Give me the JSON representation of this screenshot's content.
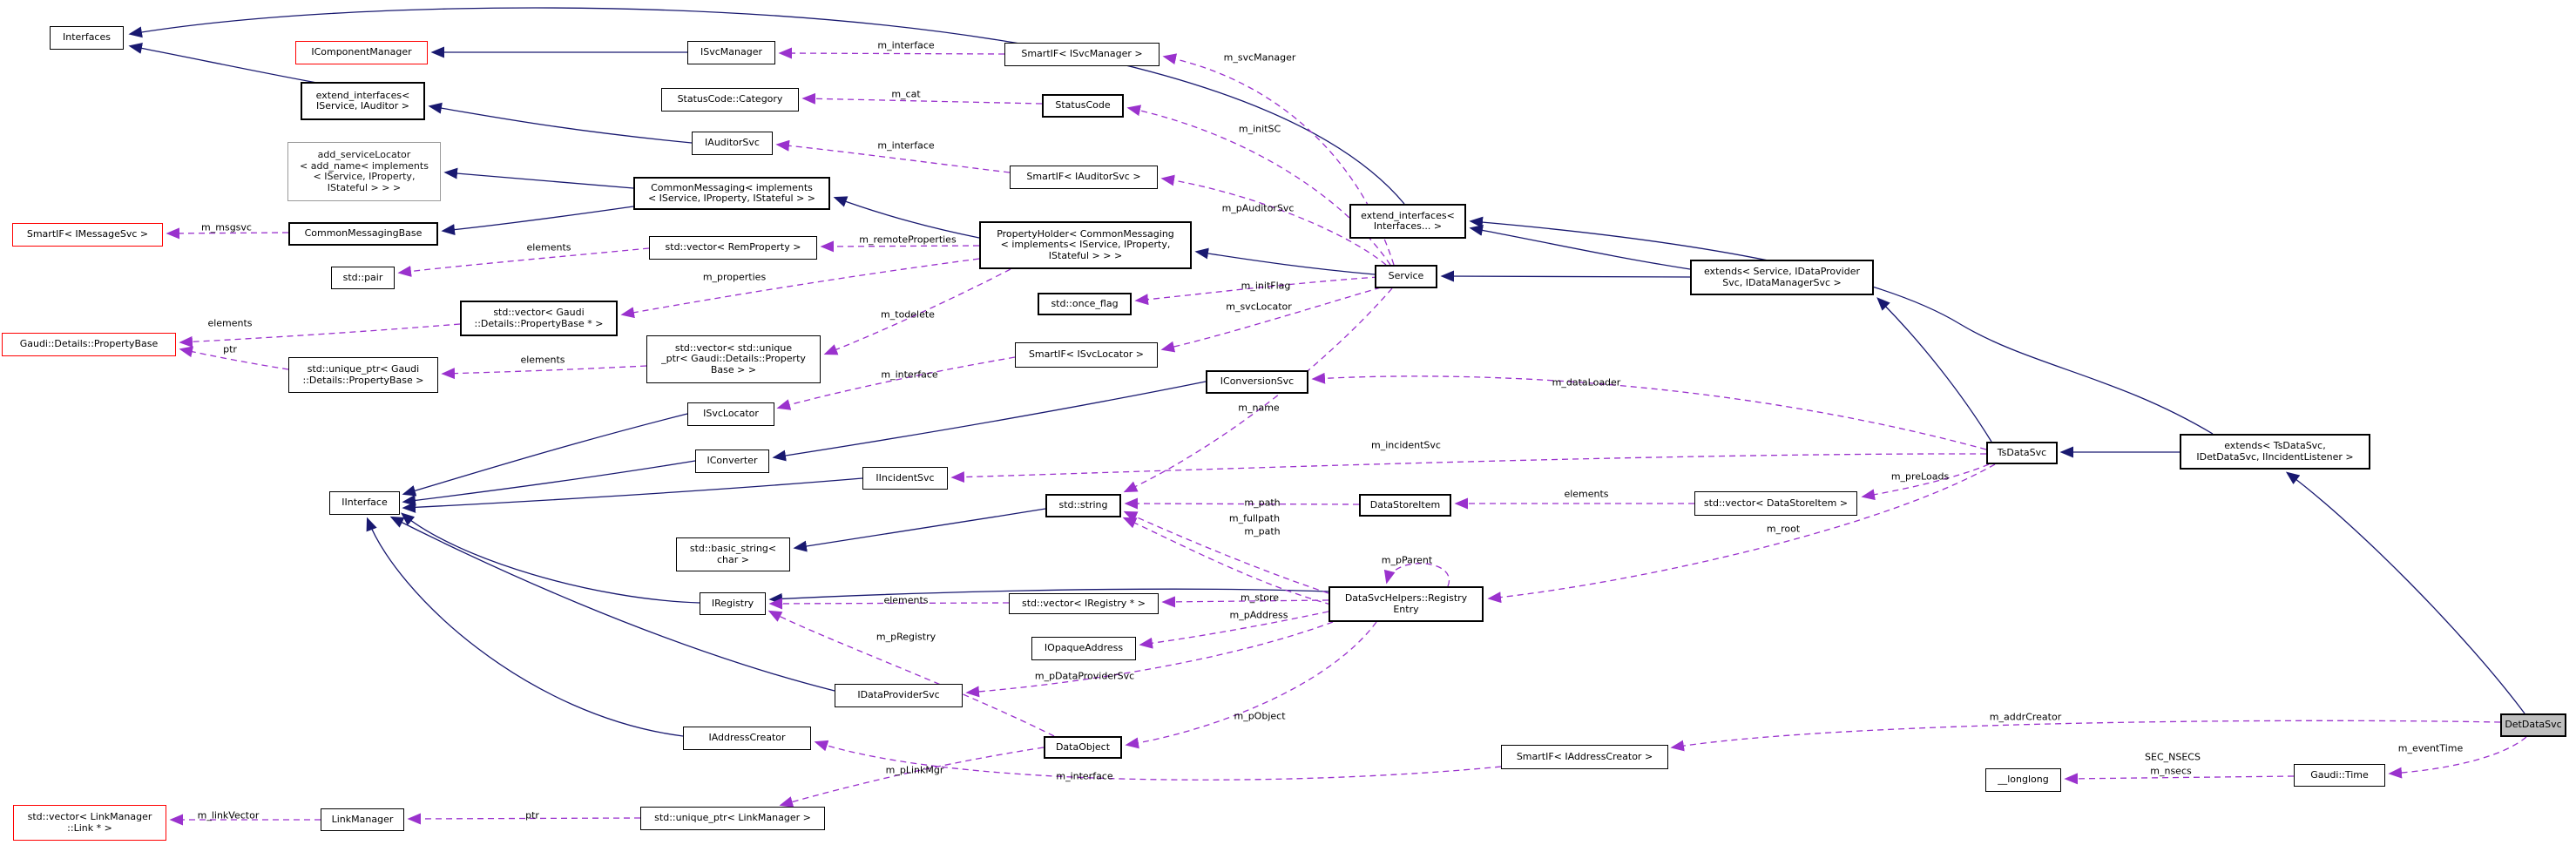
{
  "diagram_type": "class-collaboration-graph",
  "colors": {
    "inheritance_edge": "#191970",
    "usage_edge": "#9a32cd",
    "node_border": "#000000",
    "truncated_node_border": "#ff0000",
    "main_node_fill": "#bfbfbf",
    "background": "#ffffff"
  },
  "nodes": [
    {
      "id": "interfaces",
      "label": "Interfaces"
    },
    {
      "id": "icomponentmanager",
      "label": "IComponentManager"
    },
    {
      "id": "isvcmanager",
      "label": "ISvcManager"
    },
    {
      "id": "smartif-isvcmanager",
      "label": "SmartIF< ISvcManager >"
    },
    {
      "id": "extend-interfaces-iservice-iauditor",
      "label": "extend_interfaces<\nIService, IAuditor >"
    },
    {
      "id": "statuscode-category",
      "label": "StatusCode::Category"
    },
    {
      "id": "statuscode",
      "label": "StatusCode"
    },
    {
      "id": "iauditorsvc",
      "label": "IAuditorSvc"
    },
    {
      "id": "smartif-iauditorsvc",
      "label": "SmartIF< IAuditorSvc >"
    },
    {
      "id": "add-servicelocator",
      "label": "add_serviceLocator\n< add_name< implements\n< IService, IProperty,\nIStateful > > >"
    },
    {
      "id": "commonmessaging",
      "label": "CommonMessaging< implements\n< IService, IProperty, IStateful > >"
    },
    {
      "id": "extend-interfaces-interfaces",
      "label": "extend_interfaces<\nInterfaces... >"
    },
    {
      "id": "smartif-imessagesvc",
      "label": "SmartIF< IMessageSvc >"
    },
    {
      "id": "commonmessagingbase",
      "label": "CommonMessagingBase"
    },
    {
      "id": "std-pair",
      "label": "std::pair"
    },
    {
      "id": "vector-remproperty",
      "label": "std::vector< RemProperty >"
    },
    {
      "id": "propertyholder",
      "label": "PropertyHolder< CommonMessaging\n< implements< IService, IProperty,\nIStateful > > >"
    },
    {
      "id": "service",
      "label": "Service"
    },
    {
      "id": "extends-service",
      "label": "extends< Service, IDataProvider\nSvc, IDataManagerSvc >"
    },
    {
      "id": "vector-propertybase-ptr",
      "label": "std::vector< Gaudi\n::Details::PropertyBase * >"
    },
    {
      "id": "gaudi-details-propertybase",
      "label": "Gaudi::Details::PropertyBase"
    },
    {
      "id": "unique-ptr-propertybase",
      "label": "std::unique_ptr< Gaudi\n::Details::PropertyBase >"
    },
    {
      "id": "vector-unique-ptr-propertybase",
      "label": "std::vector< std::unique\n_ptr< Gaudi::Details::Property\nBase > >"
    },
    {
      "id": "std-once-flag",
      "label": "std::once_flag"
    },
    {
      "id": "smartif-isvclocator",
      "label": "SmartIF< ISvcLocator >"
    },
    {
      "id": "iconversionsvc",
      "label": "IConversionSvc"
    },
    {
      "id": "isvclocator",
      "label": "ISvcLocator"
    },
    {
      "id": "iconverter",
      "label": "IConverter"
    },
    {
      "id": "iincidentsvc",
      "label": "IIncidentSvc"
    },
    {
      "id": "tsdatasvc",
      "label": "TsDataSvc"
    },
    {
      "id": "extends-tsdatasvc",
      "label": "extends< TsDataSvc,\nIDetDataSvc, IIncidentListener >"
    },
    {
      "id": "iinterface",
      "label": "IInterface"
    },
    {
      "id": "std-string",
      "label": "std::string"
    },
    {
      "id": "datastoreitem",
      "label": "DataStoreItem"
    },
    {
      "id": "vector-datastoreitem",
      "label": "std::vector< DataStoreItem >"
    },
    {
      "id": "basic-string",
      "label": "std::basic_string<\nchar >"
    },
    {
      "id": "iregistry",
      "label": "IRegistry"
    },
    {
      "id": "vector-iregistry",
      "label": "std::vector< IRegistry * >"
    },
    {
      "id": "registryentry",
      "label": "DataSvcHelpers::Registry\nEntry"
    },
    {
      "id": "iopaqueaddress",
      "label": "IOpaqueAddress"
    },
    {
      "id": "idataprovidersvc",
      "label": "IDataProviderSvc"
    },
    {
      "id": "dataobject",
      "label": "DataObject"
    },
    {
      "id": "iaddresscreator",
      "label": "IAddressCreator"
    },
    {
      "id": "smartif-iaddresscreator",
      "label": "SmartIF< IAddressCreator >"
    },
    {
      "id": "detdatasvc",
      "label": "DetDataSvc"
    },
    {
      "id": "longlong",
      "label": "__longlong"
    },
    {
      "id": "gaudi-time",
      "label": "Gaudi::Time"
    },
    {
      "id": "vector-linkmanager-link",
      "label": "std::vector< LinkManager\n::Link * >"
    },
    {
      "id": "linkmanager",
      "label": "LinkManager"
    },
    {
      "id": "unique-ptr-linkmanager",
      "label": "std::unique_ptr< LinkManager >"
    }
  ],
  "edge_labels": [
    {
      "text": "m_interface"
    },
    {
      "text": "m_svcManager"
    },
    {
      "text": "m_cat"
    },
    {
      "text": "m_initSC"
    },
    {
      "text": "m_interface"
    },
    {
      "text": "m_pAuditorSvc"
    },
    {
      "text": "m_msgsvc"
    },
    {
      "text": "elements"
    },
    {
      "text": "m_remoteProperties"
    },
    {
      "text": "m_properties"
    },
    {
      "text": "elements"
    },
    {
      "text": "ptr"
    },
    {
      "text": "elements"
    },
    {
      "text": "m_todelete"
    },
    {
      "text": "m_initFlag"
    },
    {
      "text": "m_svcLocator"
    },
    {
      "text": "m_interface"
    },
    {
      "text": "m_dataLoader"
    },
    {
      "text": "m_name"
    },
    {
      "text": "m_incidentSvc"
    },
    {
      "text": "m_path"
    },
    {
      "text": "m_fullpath"
    },
    {
      "text": "m_path"
    },
    {
      "text": "elements"
    },
    {
      "text": "m_preLoads"
    },
    {
      "text": "m_root"
    },
    {
      "text": "m_pParent"
    },
    {
      "text": "elements"
    },
    {
      "text": "m_store"
    },
    {
      "text": "m_pAddress"
    },
    {
      "text": "m_pRegistry"
    },
    {
      "text": "m_pDataProviderSvc"
    },
    {
      "text": "m_pObject"
    },
    {
      "text": "m_interface"
    },
    {
      "text": "m_pLinkMgr"
    },
    {
      "text": "m_addrCreator"
    },
    {
      "text": "m_eventTime"
    },
    {
      "text": "SEC_NSECS"
    },
    {
      "text": "m_nsecs"
    },
    {
      "text": "m_linkVector"
    },
    {
      "text": "ptr"
    }
  ],
  "edges": [
    {
      "from": "extend_interfaces< IService, IAuditor >",
      "to": "Interfaces",
      "type": "inheritance"
    },
    {
      "from": "extend_interfaces< Interfaces... >",
      "to": "Interfaces",
      "type": "inheritance"
    },
    {
      "from": "ISvcManager",
      "to": "IComponentManager",
      "type": "inheritance"
    },
    {
      "from": "IAuditorSvc",
      "to": "extend_interfaces< IService, IAuditor >",
      "type": "inheritance"
    },
    {
      "from": "CommonMessaging",
      "to": "add_serviceLocator< add_name< implements< IService, IProperty, IStateful > > >",
      "type": "inheritance"
    },
    {
      "from": "CommonMessaging",
      "to": "CommonMessagingBase",
      "type": "inheritance"
    },
    {
      "from": "PropertyHolder",
      "to": "CommonMessaging",
      "type": "inheritance"
    },
    {
      "from": "Service",
      "to": "PropertyHolder",
      "type": "inheritance"
    },
    {
      "from": "extends< Service, IDataProviderSvc, IDataManagerSvc >",
      "to": "Service",
      "type": "inheritance"
    },
    {
      "from": "extends< Service, IDataProviderSvc, IDataManagerSvc >",
      "to": "extend_interfaces< Interfaces... >",
      "type": "inheritance"
    },
    {
      "from": "extends< TsDataSvc, IDetDataSvc, IIncidentListener >",
      "to": "extend_interfaces< Interfaces... >",
      "type": "inheritance"
    },
    {
      "from": "TsDataSvc",
      "to": "extends< Service, IDataProviderSvc, IDataManagerSvc >",
      "type": "inheritance"
    },
    {
      "from": "extends< TsDataSvc, IDetDataSvc, IIncidentListener >",
      "to": "TsDataSvc",
      "type": "inheritance"
    },
    {
      "from": "DetDataSvc",
      "to": "extends< TsDataSvc, IDetDataSvc, IIncidentListener >",
      "type": "inheritance"
    },
    {
      "from": "IConversionSvc",
      "to": "IConverter",
      "type": "inheritance"
    },
    {
      "from": "ISvcLocator",
      "to": "IInterface",
      "type": "inheritance"
    },
    {
      "from": "IConverter",
      "to": "IInterface",
      "type": "inheritance"
    },
    {
      "from": "IIncidentSvc",
      "to": "IInterface",
      "type": "inheritance"
    },
    {
      "from": "DataSvcHelpers::RegistryEntry",
      "to": "IRegistry",
      "type": "inheritance"
    },
    {
      "from": "IRegistry",
      "to": "IInterface",
      "type": "inheritance"
    },
    {
      "from": "IDataProviderSvc",
      "to": "IInterface",
      "type": "inheritance"
    },
    {
      "from": "IAddressCreator",
      "to": "IInterface",
      "type": "inheritance"
    },
    {
      "from": "std::string",
      "to": "std::basic_string< char >",
      "type": "inheritance"
    },
    {
      "from": "SmartIF< ISvcManager >",
      "to": "ISvcManager",
      "type": "usage",
      "label": "m_interface"
    },
    {
      "from": "Service",
      "to": "SmartIF< ISvcManager >",
      "type": "usage",
      "label": "m_svcManager"
    },
    {
      "from": "StatusCode",
      "to": "StatusCode::Category",
      "type": "usage",
      "label": "m_cat"
    },
    {
      "from": "Service",
      "to": "StatusCode",
      "type": "usage",
      "label": "m_initSC"
    },
    {
      "from": "SmartIF< IAuditorSvc >",
      "to": "IAuditorSvc",
      "type": "usage",
      "label": "m_interface"
    },
    {
      "from": "Service",
      "to": "SmartIF< IAuditorSvc >",
      "type": "usage",
      "label": "m_pAuditorSvc"
    },
    {
      "from": "CommonMessagingBase",
      "to": "SmartIF< IMessageSvc >",
      "type": "usage",
      "label": "m_msgsvc"
    },
    {
      "from": "std::vector< RemProperty >",
      "to": "std::pair",
      "type": "usage",
      "label": "elements"
    },
    {
      "from": "PropertyHolder",
      "to": "std::vector< RemProperty >",
      "type": "usage",
      "label": "m_remoteProperties"
    },
    {
      "from": "PropertyHolder",
      "to": "std::vector< Gaudi::Details::PropertyBase * >",
      "type": "usage",
      "label": "m_properties"
    },
    {
      "from": "std::vector< Gaudi::Details::PropertyBase * >",
      "to": "Gaudi::Details::PropertyBase",
      "type": "usage",
      "label": "elements"
    },
    {
      "from": "std::unique_ptr< Gaudi::Details::PropertyBase >",
      "to": "Gaudi::Details::PropertyBase",
      "type": "usage",
      "label": "ptr"
    },
    {
      "from": "std::vector< std::unique_ptr< Gaudi::Details::PropertyBase > >",
      "to": "std::unique_ptr< Gaudi::Details::PropertyBase >",
      "type": "usage",
      "label": "elements"
    },
    {
      "from": "PropertyHolder",
      "to": "std::vector< std::unique_ptr< Gaudi::Details::PropertyBase > >",
      "type": "usage",
      "label": "m_todelete"
    },
    {
      "from": "Service",
      "to": "std::once_flag",
      "type": "usage",
      "label": "m_initFlag"
    },
    {
      "from": "Service",
      "to": "SmartIF< ISvcLocator >",
      "type": "usage",
      "label": "m_svcLocator"
    },
    {
      "from": "SmartIF< ISvcLocator >",
      "to": "ISvcLocator",
      "type": "usage",
      "label": "m_interface"
    },
    {
      "from": "TsDataSvc",
      "to": "IConversionSvc",
      "type": "usage",
      "label": "m_dataLoader"
    },
    {
      "from": "Service",
      "to": "std::string",
      "type": "usage",
      "label": "m_name"
    },
    {
      "from": "TsDataSvc",
      "to": "IIncidentSvc",
      "type": "usage",
      "label": "m_incidentSvc"
    },
    {
      "from": "DataStoreItem",
      "to": "std::string",
      "type": "usage",
      "label": "m_path"
    },
    {
      "from": "DataSvcHelpers::RegistryEntry",
      "to": "std::string",
      "type": "usage",
      "label": "m_fullpath"
    },
    {
      "from": "DataSvcHelpers::RegistryEntry",
      "to": "std::string",
      "type": "usage",
      "label": "m_path"
    },
    {
      "from": "std::vector< DataStoreItem >",
      "to": "DataStoreItem",
      "type": "usage",
      "label": "elements"
    },
    {
      "from": "TsDataSvc",
      "to": "std::vector< DataStoreItem >",
      "type": "usage",
      "label": "m_preLoads"
    },
    {
      "from": "TsDataSvc",
      "to": "DataSvcHelpers::RegistryEntry",
      "type": "usage",
      "label": "m_root"
    },
    {
      "from": "DataSvcHelpers::RegistryEntry",
      "to": "DataSvcHelpers::RegistryEntry",
      "type": "usage",
      "label": "m_pParent"
    },
    {
      "from": "DataSvcHelpers::RegistryEntry",
      "to": "std::vector< IRegistry * >",
      "type": "usage",
      "label": "m_store"
    },
    {
      "from": "std::vector< IRegistry * >",
      "to": "IRegistry",
      "type": "usage",
      "label": "elements"
    },
    {
      "from": "DataObject",
      "to": "IRegistry",
      "type": "usage",
      "label": "m_pRegistry"
    },
    {
      "from": "DataSvcHelpers::RegistryEntry",
      "to": "IOpaqueAddress",
      "type": "usage",
      "label": "m_pAddress"
    },
    {
      "from": "DataSvcHelpers::RegistryEntry",
      "to": "IDataProviderSvc",
      "type": "usage",
      "label": "m_pDataProviderSvc"
    },
    {
      "from": "DataSvcHelpers::RegistryEntry",
      "to": "DataObject",
      "type": "usage",
      "label": "m_pObject"
    },
    {
      "from": "SmartIF< IAddressCreator >",
      "to": "IAddressCreator",
      "type": "usage",
      "label": "m_interface"
    },
    {
      "from": "DetDataSvc",
      "to": "SmartIF< IAddressCreator >",
      "type": "usage",
      "label": "m_addrCreator"
    },
    {
      "from": "DataObject",
      "to": "std::unique_ptr< LinkManager >",
      "type": "usage",
      "label": "m_pLinkMgr"
    },
    {
      "from": "std::unique_ptr< LinkManager >",
      "to": "LinkManager",
      "type": "usage",
      "label": "ptr"
    },
    {
      "from": "LinkManager",
      "to": "std::vector< LinkManager::Link * >",
      "type": "usage",
      "label": "m_linkVector"
    },
    {
      "from": "DetDataSvc",
      "to": "Gaudi::Time",
      "type": "usage",
      "label": "m_eventTime"
    },
    {
      "from": "Gaudi::Time",
      "to": "__longlong",
      "type": "usage",
      "label": "SEC_NSECS m_nsecs"
    }
  ]
}
